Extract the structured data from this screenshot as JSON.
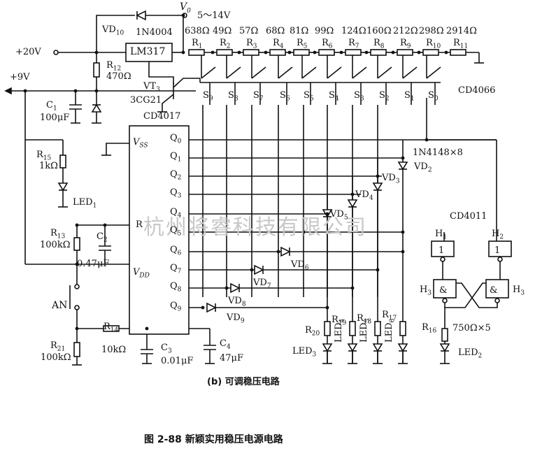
{
  "labels": {
    "v0": "V",
    "v0_sub": "0",
    "vrange": "5～14V",
    "vd10": "VD",
    "vd10_sub": "10",
    "vd10_part": "1N4004",
    "plus20v": "+20V",
    "lm317": "LM317",
    "r12": "R",
    "r12_sub": "12",
    "r12_val": "470Ω",
    "plus9v": "+9V",
    "vt3": "VT",
    "vt3_sub": "3",
    "vt3_part": "3CG21",
    "c1": "C",
    "c1_sub": "1",
    "c1_val": "100μF",
    "cd4017": "CD4017",
    "cd4066": "CD4066",
    "r15": "R",
    "r15_sub": "15",
    "r15_val": "1kΩ",
    "led1": "LED",
    "led1_sub": "1",
    "r13": "R",
    "r13_sub": "13",
    "r13_val": "100kΩ",
    "c2": "C",
    "c2_sub": "2",
    "c2_val": "0.47μF",
    "vss": "V",
    "vss_sub": "SS",
    "vdd": "V",
    "vdd_sub": "DD",
    "pin_r": "R",
    "an": "AN",
    "r14": "R",
    "r14_sub": "14",
    "r14_val": "10kΩ",
    "r21": "R",
    "r21_sub": "21",
    "r21_val": "100kΩ",
    "c3": "C",
    "c3_sub": "3",
    "c3_val": "0.01μF",
    "c4": "C",
    "c4_sub": "4",
    "c4_val": "47μF",
    "diode_array": "1N4148×8",
    "cd4011": "CD4011",
    "h1": "H",
    "h1_sub": "1",
    "h2": "H",
    "h2_sub": "2",
    "h3": "H",
    "h3_sub": "3",
    "h3r": "H",
    "h3r_sub": "3",
    "r16": "R",
    "r16_sub": "16",
    "r16_val": "750Ω×5",
    "led2": "LED",
    "led2_sub": "2",
    "r17": "R",
    "r17_sub": "17",
    "r18": "R",
    "r18_sub": "18",
    "r19": "R",
    "r19_sub": "19",
    "r20": "R",
    "r20_sub": "20",
    "led3": "LED",
    "led3_sub": "3",
    "led4": "LED",
    "led4_sub": "4",
    "led5": "LED",
    "led5_sub": "5",
    "led6": "LED",
    "led6_sub": "6",
    "nand": "&",
    "one": "1",
    "subcaption": "(b)  可调稳压电路",
    "caption": "图 2-88    新颖实用稳压电源电路",
    "watermark": "杭州将睿科技有限公司"
  },
  "resistors": [
    {
      "name": "R1",
      "val": "638Ω"
    },
    {
      "name": "R2",
      "val": "49Ω"
    },
    {
      "name": "R3",
      "val": "57Ω"
    },
    {
      "name": "R4",
      "val": "68Ω"
    },
    {
      "name": "R5",
      "val": "81Ω"
    },
    {
      "name": "R6",
      "val": "99Ω"
    },
    {
      "name": "R7",
      "val": "124Ω"
    },
    {
      "name": "R8",
      "val": "160Ω"
    },
    {
      "name": "R9",
      "val": "212Ω"
    },
    {
      "name": "R10",
      "val": "298Ω"
    },
    {
      "name": "R11",
      "val": "2914Ω"
    }
  ],
  "switches": [
    "S9",
    "S8",
    "S7",
    "S6",
    "S5",
    "S4",
    "S3",
    "S2",
    "S1",
    "S0"
  ],
  "outputs": [
    "Q0",
    "Q1",
    "Q2",
    "Q3",
    "Q4",
    "Q5",
    "Q6",
    "Q7",
    "Q8",
    "Q9"
  ],
  "diodes": [
    {
      "name": "VD",
      "sub": "2"
    },
    {
      "name": "VD",
      "sub": "3"
    },
    {
      "name": "VD",
      "sub": "4"
    },
    {
      "name": "VD",
      "sub": "5"
    },
    {
      "name": "VD",
      "sub": "6"
    },
    {
      "name": "VD",
      "sub": "7"
    },
    {
      "name": "VD",
      "sub": "8"
    },
    {
      "name": "VD",
      "sub": "9"
    }
  ]
}
